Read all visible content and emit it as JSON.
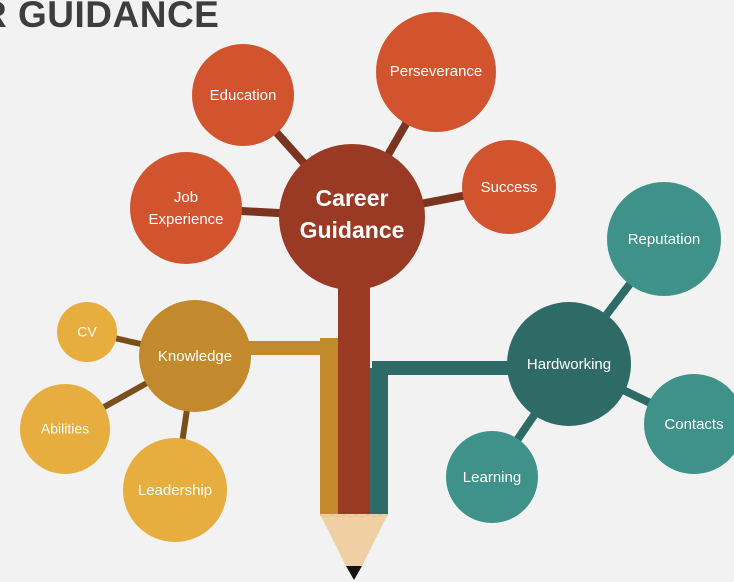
{
  "header": {
    "title": "R GUIDANCE"
  },
  "colors": {
    "background": "#f2f2f2",
    "orange_node": "#d2542f",
    "brown_center": "#9b3a24",
    "connector_brown": "#7a3420",
    "gold_node": "#c28a2c",
    "gold_light": "#e8ad3f",
    "teal_dark": "#2e6b66",
    "teal_light": "#3e9289",
    "pencil_wood": "#f0cfa4",
    "pencil_tip": "#111111"
  },
  "diagram": {
    "center": {
      "line1": "Career",
      "line2": "Guidance"
    },
    "top_cluster": {
      "education": "Education",
      "perseverance": "Perseverance",
      "success": "Success",
      "job_line1": "Job",
      "job_line2": "Experience"
    },
    "left_cluster": {
      "hub": "Knowledge",
      "cv": "CV",
      "abilities": "Abilities",
      "leadership": "Leadership"
    },
    "right_cluster": {
      "hub": "Hardworking",
      "reputation": "Reputation",
      "contacts": "Contacts",
      "learning": "Learning"
    }
  }
}
